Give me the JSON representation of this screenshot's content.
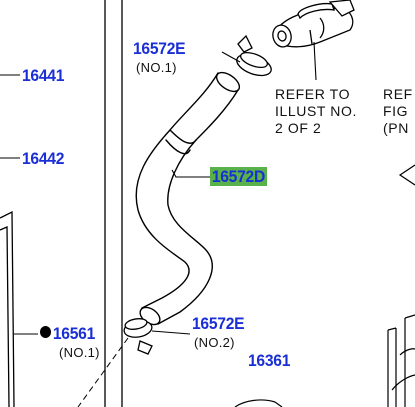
{
  "callouts": {
    "hose_upper_clamp": {
      "part_no": "16572E",
      "note": "(NO.1)"
    },
    "hose": {
      "part_no": "16572D"
    },
    "hose_lower_clamp": {
      "part_no": "16572E",
      "note": "(NO.2)"
    },
    "drain_cock": {
      "part_no": "16561",
      "note": "(NO.1)"
    },
    "left_1": {
      "part_no": "16441"
    },
    "left_2": {
      "part_no": "16442"
    },
    "bottom": {
      "part_no": "16361"
    }
  },
  "references": {
    "illust": {
      "line1": "REFER TO",
      "line2": "ILLUST NO.",
      "line3": "2 OF 2"
    },
    "fig": {
      "line1": "REF",
      "line2": "FIG",
      "line3": "(PN"
    }
  },
  "colors": {
    "part_number_text": "#1a2fd6",
    "highlight": "#58b14a",
    "line": "#000000"
  }
}
